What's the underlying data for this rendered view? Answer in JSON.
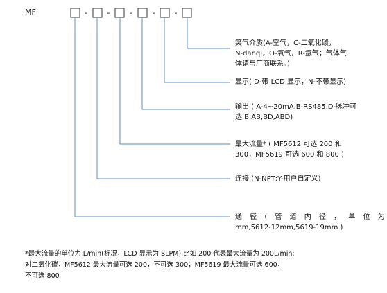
{
  "model": {
    "prefix": "MF",
    "separators": [
      "-",
      "-",
      "-",
      "-",
      "-"
    ]
  },
  "descriptions": [
    {
      "lines": [
        "笑气介质(A-空气，C-二氧化碳，",
        "N-danqi，O-氧气，R-氩气；气体气",
        "体请与厂商联系。)"
      ]
    },
    {
      "lines": [
        "显示( D-带 LCD 显示，N-不带显示)"
      ]
    },
    {
      "lines": [
        "输出 ( A-4~20mA,B-RS485,D-脉冲可",
        "选 B,AB,BD,ABD)"
      ]
    },
    {
      "lines": [
        "最大流量* ( MF5612 可选 200 和",
        "300，MF5619 可选 600 和 800 )"
      ]
    },
    {
      "lines": [
        "连接 (N-NPT;Y-用户自定义)"
      ]
    },
    {
      "lines": [
        "通 径 ( 管 道 内 径 ， 单 位 为",
        "mm,5612-12mm,5619-19mm )"
      ]
    }
  ],
  "footnote": {
    "lines": [
      "*最大流量的单位为 L/min(标况，LCD 显示为 SLPM),比如 200 代表最大流量为 200L/min;",
      "对二氧化碳，MF5612 最大流量可选 200，不可选 300；MF5619 最大流量可选 600，",
      "不可选 800"
    ]
  }
}
